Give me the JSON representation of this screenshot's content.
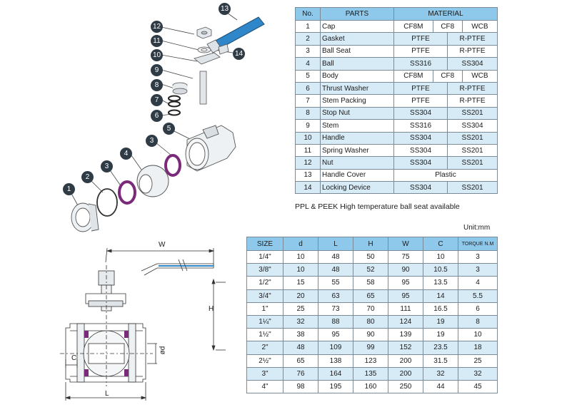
{
  "parts_table": {
    "headers": [
      "No.",
      "PARTS",
      "MATERIAL"
    ],
    "rows": [
      {
        "no": "1",
        "part": "Cap",
        "materials": [
          "CF8M",
          "CF8",
          "WCB"
        ]
      },
      {
        "no": "2",
        "part": "Gasket",
        "materials": [
          "PTFE",
          "R-PTFE"
        ]
      },
      {
        "no": "3",
        "part": "Ball Seat",
        "materials": [
          "PTFE",
          "R-PTFE"
        ]
      },
      {
        "no": "4",
        "part": "Ball",
        "materials": [
          "SS316",
          "SS304"
        ]
      },
      {
        "no": "5",
        "part": "Body",
        "materials": [
          "CF8M",
          "CF8",
          "WCB"
        ]
      },
      {
        "no": "6",
        "part": "Thrust Washer",
        "materials": [
          "PTFE",
          "R-PTFE"
        ]
      },
      {
        "no": "7",
        "part": "Stem Packing",
        "materials": [
          "PTFE",
          "R-PTFE"
        ]
      },
      {
        "no": "8",
        "part": "Stop Nut",
        "materials": [
          "SS304",
          "SS201"
        ]
      },
      {
        "no": "9",
        "part": "Stem",
        "materials": [
          "SS316",
          "SS304"
        ]
      },
      {
        "no": "10",
        "part": "Handle",
        "materials": [
          "SS304",
          "SS201"
        ]
      },
      {
        "no": "11",
        "part": "Spring Washer",
        "materials": [
          "SS304",
          "SS201"
        ]
      },
      {
        "no": "12",
        "part": "Nut",
        "materials": [
          "SS304",
          "SS201"
        ]
      },
      {
        "no": "13",
        "part": "Handle Cover",
        "materials": [
          "Plastic"
        ]
      },
      {
        "no": "14",
        "part": "Locking Device",
        "materials": [
          "SS304",
          "SS201"
        ]
      }
    ]
  },
  "note": "PPL & PEEK High temperature ball seat available",
  "unit": "Unit:mm",
  "dims_table": {
    "headers": [
      "SIZE",
      "d",
      "L",
      "H",
      "W",
      "C",
      "TORQUE N.M"
    ],
    "rows": [
      [
        "1/4\"",
        "10",
        "48",
        "50",
        "75",
        "10",
        "3"
      ],
      [
        "3/8\"",
        "10",
        "48",
        "52",
        "90",
        "10.5",
        "3"
      ],
      [
        "1/2\"",
        "15",
        "55",
        "58",
        "95",
        "13.5",
        "4"
      ],
      [
        "3/4\"",
        "20",
        "63",
        "65",
        "95",
        "14",
        "5.5"
      ],
      [
        "1\"",
        "25",
        "73",
        "70",
        "111",
        "16.5",
        "6"
      ],
      [
        "1¼\"",
        "32",
        "88",
        "80",
        "124",
        "19",
        "8"
      ],
      [
        "1½\"",
        "38",
        "95",
        "90",
        "139",
        "19",
        "10"
      ],
      [
        "2\"",
        "48",
        "109",
        "99",
        "152",
        "23.5",
        "18"
      ],
      [
        "2½\"",
        "65",
        "138",
        "123",
        "200",
        "31.5",
        "25"
      ],
      [
        "3\"",
        "76",
        "164",
        "135",
        "200",
        "32",
        "32"
      ],
      [
        "4\"",
        "98",
        "195",
        "160",
        "250",
        "44",
        "45"
      ]
    ]
  },
  "callouts": [
    "1",
    "2",
    "3",
    "3",
    "4",
    "5",
    "6",
    "7",
    "8",
    "9",
    "10",
    "11",
    "12",
    "13",
    "14"
  ],
  "dim_labels": {
    "w": "W",
    "h": "H",
    "l": "L",
    "c": "C",
    "d": "ød"
  },
  "colors": {
    "header_blue": "#8ec9ec",
    "row_shade": "#d7ebf7",
    "handle_blue": "#2f86c8",
    "seat_purple": "#7a2a78",
    "callout": "#2f3b45"
  }
}
